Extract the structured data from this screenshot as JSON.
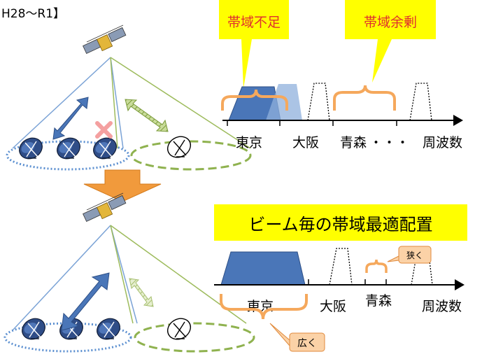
{
  "header": {
    "period": "H28〜R1】"
  },
  "top": {
    "callout_shortage": "帯域不足",
    "callout_surplus": "帯域余剰",
    "axis_labels": [
      "東京",
      "大阪",
      "青森",
      "・・・",
      "周波数"
    ]
  },
  "bottom": {
    "title_box": "ビーム毎の帯域最適配置",
    "axis_labels": [
      "東京",
      "大阪",
      "青森",
      "周波数"
    ],
    "tag_narrow": "狭く",
    "tag_wide": "広く"
  },
  "colors": {
    "yellow": "#ffff00",
    "beam_blue": "#4a76b8",
    "arrow_orange": "#f4a460",
    "bracket_orange": "#f5a85c",
    "tag_fill": "#fbd2a7",
    "ellipse_blue": "#5b8fd0",
    "ellipse_green": "#8fb24f",
    "cross_pink": "#f4a0a0"
  }
}
